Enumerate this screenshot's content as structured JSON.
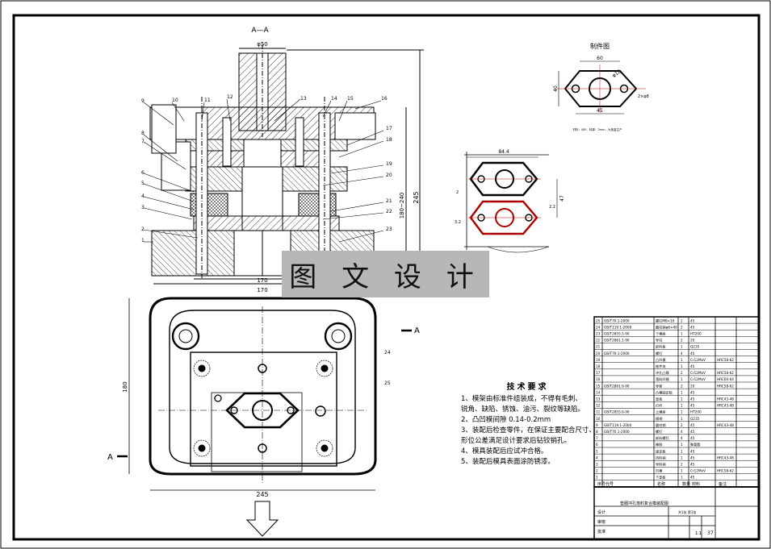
{
  "watermark": "图 文 设 计",
  "section_label": "A—A",
  "part_drawing_title": "制件图",
  "tech_requirements": {
    "title": "技术要求",
    "lines": [
      "1、模架由标准件组装成，不得有毛刺、",
      "锐角、缺陷、锈蚀、油污、裂纹等缺陷。",
      "2、凸凹模间隙 0.14-0.2mm",
      "3、装配后检查零件，在保证主要配合尺寸、",
      "形位公差满足设计要求后钻铰销孔。",
      "4、模具装配后应试冲合格。",
      "5、装配后模具表面涂防锈漆。"
    ]
  },
  "dimensions": {
    "top_width": "φ50",
    "height_1": "180~240",
    "height_2": "245",
    "base_1": "170",
    "base_2": "170",
    "plan_height": "180",
    "plan_width": "245",
    "part_width": "60",
    "part_height": "40",
    "part_hole_pitch": "45",
    "part_dia": "φ18",
    "part_small": "2×φ8",
    "strip_width": "84.4",
    "strip_h1": "47",
    "strip_h2": "2.2",
    "strip_gap": "2",
    "strip_left": "3.2"
  },
  "part_note": "材料：08F，料厚：2mm，大批量生产",
  "view_marks": {
    "a1": "A",
    "a2": "A"
  },
  "balloons": [
    "1",
    "2",
    "3",
    "4",
    "5",
    "6",
    "7",
    "8",
    "9",
    "10",
    "11",
    "12",
    "13",
    "14",
    "15",
    "16",
    "17",
    "18",
    "19",
    "20",
    "21",
    "22",
    "23",
    "24",
    "25"
  ],
  "bom_rows": [
    [
      "25",
      "GB/T70.1-2000",
      "螺钉M8×16",
      "2",
      "45",
      ""
    ],
    [
      "24",
      "GB/T119.1-2000",
      "圆柱销φ6×40",
      "2",
      "45",
      ""
    ],
    [
      "23",
      "GB/T2855.5-90",
      "下模座",
      "1",
      "HT200",
      ""
    ],
    [
      "22",
      "GB/T2861.1-90",
      "导柱",
      "2",
      "20",
      ""
    ],
    [
      "21",
      "",
      "卸料板",
      "1",
      "Q235",
      ""
    ],
    [
      "20",
      "GB/T70.1-2000",
      "螺钉",
      "4",
      "45",
      ""
    ],
    [
      "19",
      "",
      "凸凹模",
      "1",
      "Cr12MoV",
      "HRC58-62"
    ],
    [
      "18",
      "",
      "推件块",
      "1",
      "45",
      ""
    ],
    [
      "17",
      "",
      "冲孔凸模",
      "2",
      "Cr12MoV",
      "HRC58-62"
    ],
    [
      "16",
      "",
      "落料凹模",
      "1",
      "Cr12MoV",
      "HRC60-64"
    ],
    [
      "15",
      "GB/T2861.6-90",
      "导套",
      "2",
      "20",
      "HRC58-62"
    ],
    [
      "14",
      "",
      "凸模固定板",
      "1",
      "45",
      ""
    ],
    [
      "13",
      "",
      "垫板",
      "1",
      "45",
      "HRC43-48"
    ],
    [
      "12",
      "",
      "打杆",
      "1",
      "45",
      "HRC43-48"
    ],
    [
      "11",
      "GB/T2855.6-90",
      "上模座",
      "1",
      "HT200",
      ""
    ],
    [
      "10",
      "",
      "模柄",
      "1",
      "Q235",
      ""
    ],
    [
      "9",
      "GB/T119.1-2000",
      "圆柱销",
      "2",
      "45",
      "HRC43-48"
    ],
    [
      "8",
      "GB/T70.1-2000",
      "螺钉",
      "4",
      "45",
      ""
    ],
    [
      "7",
      "",
      "卸料螺钉",
      "4",
      "45",
      ""
    ],
    [
      "6",
      "",
      "橡胶",
      "1",
      "聚氨酯",
      ""
    ],
    [
      "5",
      "",
      "固定板",
      "1",
      "45",
      ""
    ],
    [
      "4",
      "",
      "挡料销",
      "1",
      "45",
      "HRC43-48"
    ],
    [
      "3",
      "",
      "导料销",
      "2",
      "45",
      ""
    ],
    [
      "2",
      "",
      "凹模",
      "1",
      "Cr12MoV",
      "HRC58-62"
    ],
    [
      "1",
      "",
      "下垫板",
      "1",
      "45",
      ""
    ]
  ],
  "bom_header": [
    "序号",
    "代号",
    "名称",
    "数量",
    "材料",
    "备注"
  ],
  "title_block": {
    "name": "垫圈冲孔落料复合模装配图",
    "scale": "1:1",
    "sheet": "共1张 第1张",
    "designer": "设计",
    "checker": "审核",
    "approver": "批准",
    "no": "37"
  }
}
